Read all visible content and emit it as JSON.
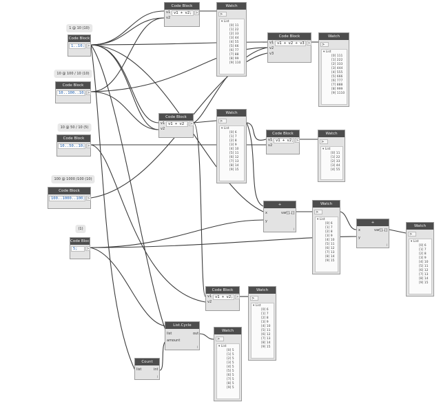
{
  "node_titles": {
    "code_block": "Code Block",
    "watch": "Watch",
    "plus": "+",
    "list_cycle": "List.Cycle",
    "count": "Count"
  },
  "ports": {
    "v1": "v1",
    "v2": "v2",
    "v3": "v3",
    "x": "x",
    "y": "y",
    "list": "list",
    "amount": "amount",
    "out": "out",
    "var": "var[]..[]",
    "l": "l"
  },
  "output_glyph": ">",
  "watch_input_glyph": ">",
  "list_header": "List",
  "tooltips": {
    "cb1": "1 @ 10 (10)",
    "cb2": "10 @ 100 / 10 (10)",
    "cb3": "10 @ 50 / 10 (5)",
    "cb4": "100 @ 1000 /100 (10)",
    "cb5": "(1)"
  },
  "code": {
    "cb1": "1..10;",
    "cb2": "10..100..10;",
    "cb3": "10..50..10;",
    "cb4": "100..1000..100;",
    "cb5": "5;",
    "add1": "v1 + v2;",
    "add2": "v1 + v2 + v3;",
    "add3": "v1 + v2 ;",
    "add4": "v1 + v2;",
    "add5": "v1 + v2;"
  },
  "watch_lists": {
    "w1": [
      "[0] 11",
      "[1] 22",
      "[2] 33",
      "[3] 44",
      "[4] 55",
      "[5] 66",
      "[6] 77",
      "[7] 88",
      "[8] 99",
      "[9] 110"
    ],
    "w2": [
      "[0] 111",
      "[1] 222",
      "[2] 333",
      "[3] 444",
      "[4] 555",
      "[5] 666",
      "[6] 777",
      "[7] 888",
      "[8] 999",
      "[9] 1110"
    ],
    "w3": [
      "[0] 6",
      "[1] 7",
      "[2] 8",
      "[3] 9",
      "[4] 10",
      "[5] 11",
      "[6] 12",
      "[7] 13",
      "[8] 14",
      "[9] 15"
    ],
    "w4": [
      "[0] 11",
      "[1] 22",
      "[2] 33",
      "[3] 44",
      "[4] 55"
    ],
    "w5": [
      "[0] 6",
      "[1] 7",
      "[2] 8",
      "[3] 9",
      "[4] 10",
      "[5] 11",
      "[6] 12",
      "[7] 13",
      "[8] 14",
      "[9] 15"
    ],
    "w6": [
      "[0] 6",
      "[1] 7",
      "[2] 8",
      "[3] 9",
      "[4] 10",
      "[5] 11",
      "[6] 12",
      "[7] 13",
      "[8] 14",
      "[9] 15"
    ],
    "w7": [
      "[0] 6",
      "[1] 7",
      "[2] 8",
      "[3] 9",
      "[4] 10",
      "[5] 11",
      "[6] 12",
      "[7] 13",
      "[8] 14",
      "[9] 15"
    ],
    "w8": [
      "[0] 5",
      "[1] 5",
      "[2] 5",
      "[3] 5",
      "[4] 5",
      "[5] 5",
      "[6] 5",
      "[7] 5",
      "[8] 5",
      "[9] 5"
    ]
  },
  "lacing_mark": "l",
  "colors": {
    "header": "#4d4d4d",
    "node_body": "#e3e3e3",
    "wire": "#3a3a3a",
    "code_number": "#1a5fb4"
  }
}
